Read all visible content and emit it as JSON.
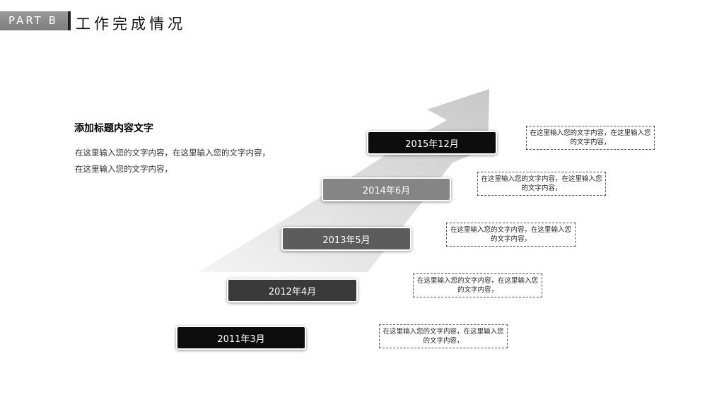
{
  "header": {
    "part_label": "PART B",
    "title": "工作完成情况"
  },
  "intro": {
    "heading": "添加标题内容文字",
    "line1": "在这里输入您的文字内容，在这里输入您的文字内容，",
    "line2": "在这里输入您的文字内容，"
  },
  "steps": [
    {
      "label": "2015年12月",
      "note": "在这里输入您的文字内容，在这里输入您的文字内容，",
      "color": "#0d0d0d"
    },
    {
      "label": "2014年6月",
      "note": "在这里输入您的文字内容，在这里输入您的文字内容，",
      "color": "#858585"
    },
    {
      "label": "2013年5月",
      "note": "在这里输入您的文字内容，在这里输入您的文字内容，",
      "color": "#5c5c5c"
    },
    {
      "label": "2012年4月",
      "note": "在这里输入您的文字内容，在这里输入您的文字内容，",
      "color": "#3a3a3a"
    },
    {
      "label": "2011年3月",
      "note": "在这里输入您的文字内容，在这里输入您的文字内容，",
      "color": "#0d0d0d"
    }
  ]
}
